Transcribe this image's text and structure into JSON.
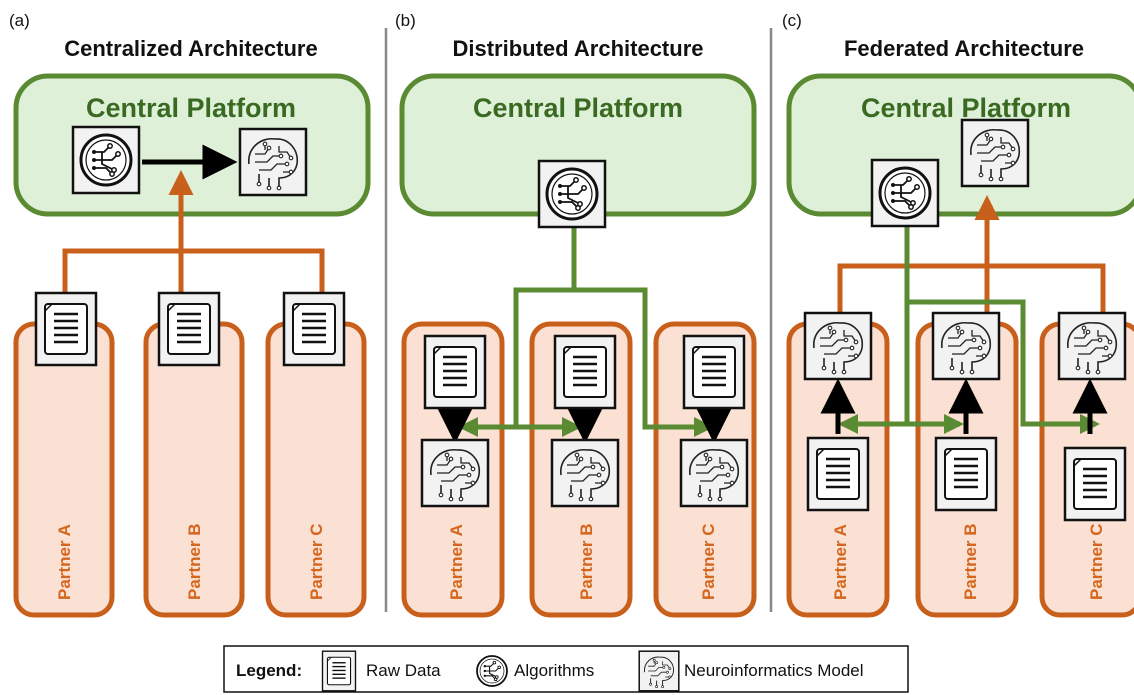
{
  "panels": [
    {
      "letter": "(a)",
      "title": "Centralized Architecture",
      "platform": "Central Platform",
      "partners": [
        "Partner A",
        "Partner B",
        "Partner C"
      ]
    },
    {
      "letter": "(b)",
      "title": "Distributed Architecture",
      "platform": "Central Platform",
      "partners": [
        "Partner A",
        "Partner B",
        "Partner C"
      ]
    },
    {
      "letter": "(c)",
      "title": "Federated Architecture",
      "platform": "Central Platform",
      "partners": [
        "Partner A",
        "Partner B",
        "Partner C"
      ]
    }
  ],
  "legend": {
    "title": "Legend:",
    "items": [
      {
        "icon": "raw-data-icon",
        "label": "Raw Data"
      },
      {
        "icon": "algorithm-icon",
        "label": "Algorithms"
      },
      {
        "icon": "neuro-model-icon",
        "label": "Neuroinformatics Model"
      }
    ]
  },
  "colors": {
    "platform_fill": "#dff0d8",
    "platform_stroke": "#5a8a32",
    "partner_fill": "#fbe1d3",
    "partner_stroke": "#c8601c",
    "data_flow": "#c8601c",
    "algo_flow": "#5a8a32",
    "local_flow": "#000000"
  }
}
